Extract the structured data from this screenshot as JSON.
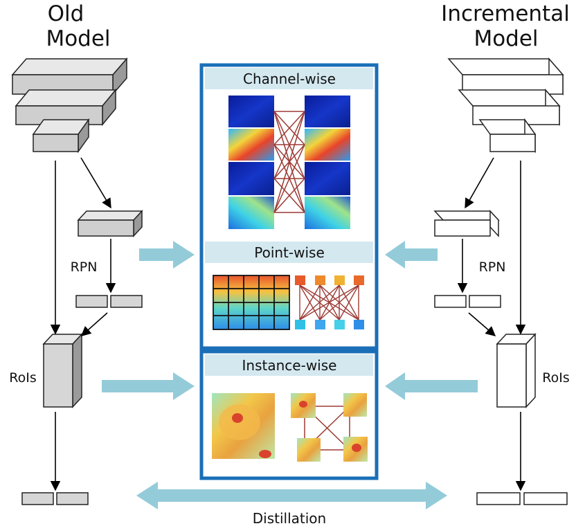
{
  "left_model": {
    "title_line1": "Old",
    "title_line2": "Model",
    "rpn": "RPN",
    "rois": "RoIs"
  },
  "right_model": {
    "title_line1": "Incremental",
    "title_line2": "Model",
    "rpn": "RPN",
    "rois": "RoIs"
  },
  "panels": {
    "channel": {
      "header": "Channel-wise"
    },
    "point": {
      "header": "Point-wise"
    },
    "instance": {
      "header": "Instance-wise"
    }
  },
  "distillation": "Distillation",
  "colors": {
    "panel_border": "#1a6fb8",
    "panel_header": "#d4e8f0",
    "arrow_fill": "#93cbd9",
    "link_line": "#9c3a33",
    "old_box": "#d6d6d6",
    "new_box": "#ffffff"
  }
}
